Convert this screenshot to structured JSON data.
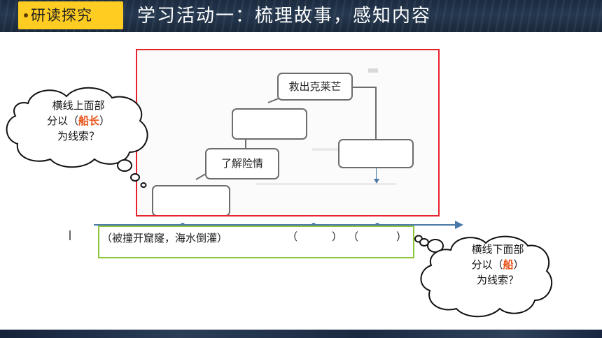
{
  "header": {
    "tag_label": "研读探究",
    "title": "学习活动一：梳理故事，感知内容"
  },
  "diagram": {
    "box_top": "救出克莱芒",
    "box_middle_left": "",
    "box_right": "",
    "box_lower": "了解险情",
    "box_bottom_left": ""
  },
  "timeline": {
    "first_event": "（被撞开窟窿，海水倒灌）",
    "blank_1_open": "（",
    "blank_1_close": "）",
    "blank_2_open": "（",
    "blank_2_close": "）"
  },
  "cloud_left": {
    "line1": "横线上面部",
    "line2_pre": "分以（",
    "line2_answer": "船长",
    "line2_post": "）",
    "line3": "为线索？"
  },
  "cloud_right": {
    "line1": "横线下面部",
    "line2_pre": "分以（",
    "line2_answer": "船",
    "line2_post": "）",
    "line3": "为线索？"
  },
  "colors": {
    "header_bg": "#1f2f45",
    "tag_bg": "#ffcc22",
    "red_frame": "#e8222b",
    "green_frame": "#8dc63f",
    "answer_text": "#e8541a",
    "timeline": "#4a78a8"
  }
}
